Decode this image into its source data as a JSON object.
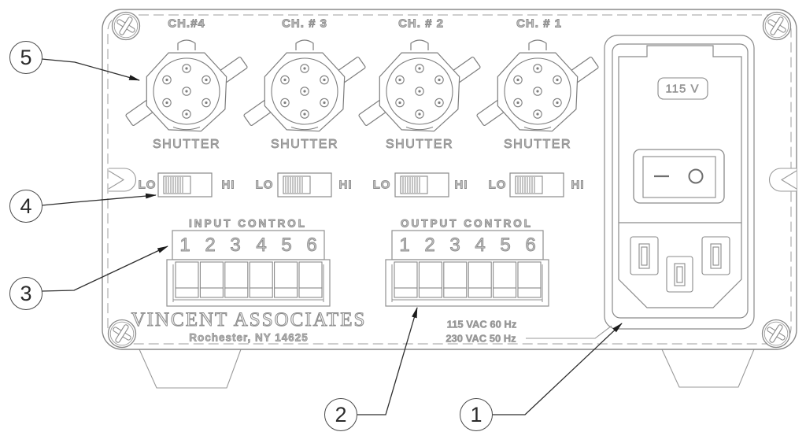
{
  "panel": {
    "channels": [
      {
        "label": "CH.#4",
        "port_label": "SHUTTER"
      },
      {
        "label": "CH. # 3",
        "port_label": "SHUTTER"
      },
      {
        "label": "CH. # 2",
        "port_label": "SHUTTER"
      },
      {
        "label": "CH. # 1",
        "port_label": "SHUTTER"
      }
    ],
    "switch_labels": {
      "low": "LO",
      "high": "HI"
    },
    "input_control": {
      "title": "INPUT CONTROL",
      "terminals": [
        "1",
        "2",
        "3",
        "4",
        "5",
        "6"
      ]
    },
    "output_control": {
      "title": "OUTPUT CONTROL",
      "terminals": [
        "1",
        "2",
        "3",
        "4",
        "5",
        "6"
      ]
    },
    "branding": {
      "company": "VINCENT ASSOCIATES",
      "address": "Rochester, NY 14625"
    },
    "power_module": {
      "voltage_selector": "115 V",
      "rating_line_1": "115 VAC 60 Hz",
      "rating_line_2": "230 VAC 50 Hz"
    }
  },
  "callouts": [
    {
      "number": "1"
    },
    {
      "number": "2"
    },
    {
      "number": "3"
    },
    {
      "number": "4"
    },
    {
      "number": "5"
    }
  ],
  "colors": {
    "panel_line": "#8a8a8a",
    "engraved_text": "#8c8c8c",
    "callout_line": "#2e2e2e"
  }
}
